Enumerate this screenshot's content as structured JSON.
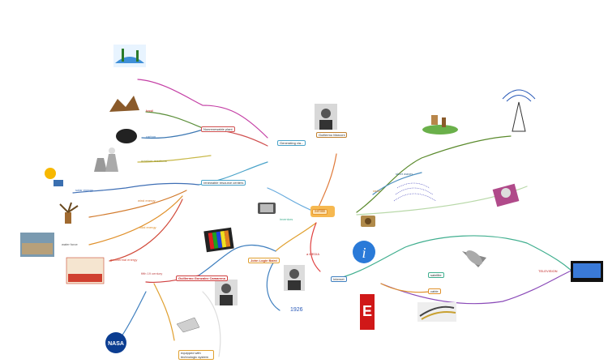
{
  "center": {
    "label": "sefiiiiii"
  },
  "branches": {
    "left_upper": {
      "label": "Generating via..."
    },
    "inventors": {
      "label": "inventors"
    },
    "radio": {
      "label": "radio"
    }
  },
  "nodes": {
    "marconi": "Guillermo Marconi",
    "year_1926": "1926",
    "baird": "John Logie Baird",
    "gonzalez": "Guillermo Gonzalez Camarena",
    "television": "TELEVISION",
    "renewable_sources": "renewable resource centers",
    "nonrenewable_sources": "Nonrenewable plant",
    "fossil": "fossil",
    "carbon": "carbon",
    "uranium": "uranium reactions",
    "solar_energy": "solar energy",
    "wind_energy": "wind energy",
    "tidal_energy": "tidal energy",
    "water_force": "water force",
    "geothermal": "geothermal energy",
    "fifth_century": "fifth 19 century",
    "satellite": "satellite",
    "equipped_text": "equipped with technologic system",
    "internet": "Internet",
    "cable": "cable",
    "a_media": "a MEDIA",
    "short_waves": "short waves"
  }
}
